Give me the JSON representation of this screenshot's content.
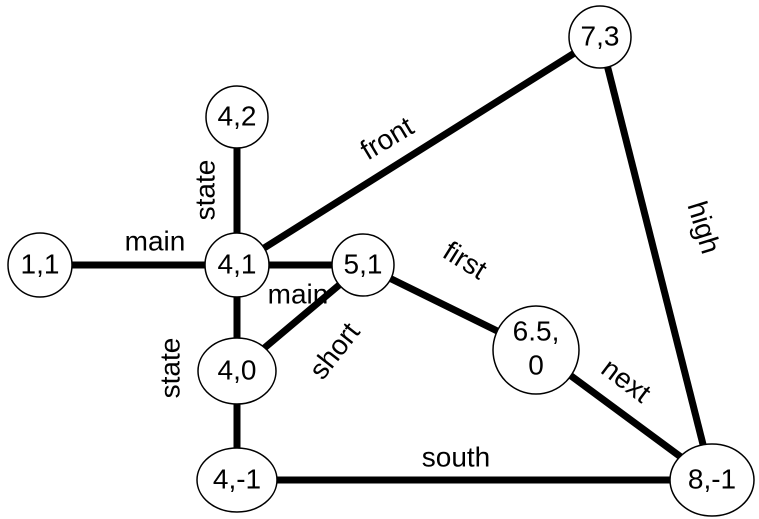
{
  "colors": {
    "background": "#ffffff",
    "line": "#000000",
    "node_fill": "#ffffff",
    "text": "#000000"
  },
  "graph": {
    "nodes": [
      {
        "id": "n11",
        "label": "1,1"
      },
      {
        "id": "n41",
        "label": "4,1"
      },
      {
        "id": "n42",
        "label": "4,2"
      },
      {
        "id": "n40",
        "label": "4,0"
      },
      {
        "id": "n4m1",
        "label": "4,-1"
      },
      {
        "id": "n51",
        "label": "5,1"
      },
      {
        "id": "n650",
        "label": "6.5, 0"
      },
      {
        "id": "n73",
        "label": "7,3"
      },
      {
        "id": "n8m1",
        "label": "8,-1"
      }
    ],
    "edges": [
      {
        "id": "e-main-1",
        "from": "n11",
        "to": "n41",
        "label": "main"
      },
      {
        "id": "e-main-2",
        "from": "n41",
        "to": "n51",
        "label": "main"
      },
      {
        "id": "e-state-1",
        "from": "n41",
        "to": "n42",
        "label": "state"
      },
      {
        "id": "e-state-2",
        "from": "n41",
        "to": "n40",
        "label": "state"
      },
      {
        "id": "e-state-3",
        "from": "n40",
        "to": "n4m1",
        "label": ""
      },
      {
        "id": "e-front",
        "from": "n41",
        "to": "n73",
        "label": "front"
      },
      {
        "id": "e-short",
        "from": "n40",
        "to": "n51",
        "label": "short"
      },
      {
        "id": "e-first",
        "from": "n51",
        "to": "n650",
        "label": "first"
      },
      {
        "id": "e-next",
        "from": "n650",
        "to": "n8m1",
        "label": "next"
      },
      {
        "id": "e-high",
        "from": "n73",
        "to": "n8m1",
        "label": "high"
      },
      {
        "id": "e-south",
        "from": "n4m1",
        "to": "n8m1",
        "label": "south"
      }
    ]
  }
}
